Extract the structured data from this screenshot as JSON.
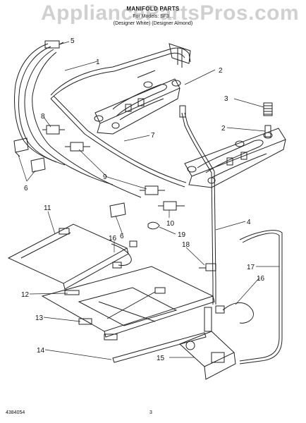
{
  "header": {
    "title": "MANIFOLD PARTS",
    "models": "For Models: SF3...",
    "variants": "(Designer White) (Designer Almond)"
  },
  "watermark": "AppliancePartsPros.com",
  "footer": {
    "doc_number": "4384054",
    "page": "3"
  },
  "callouts": [
    "1",
    "2",
    "3",
    "2",
    "4",
    "5",
    "6",
    "6",
    "7",
    "8",
    "9",
    "10",
    "11",
    "12",
    "13",
    "14",
    "15",
    "16",
    "16",
    "17",
    "18",
    "19"
  ]
}
